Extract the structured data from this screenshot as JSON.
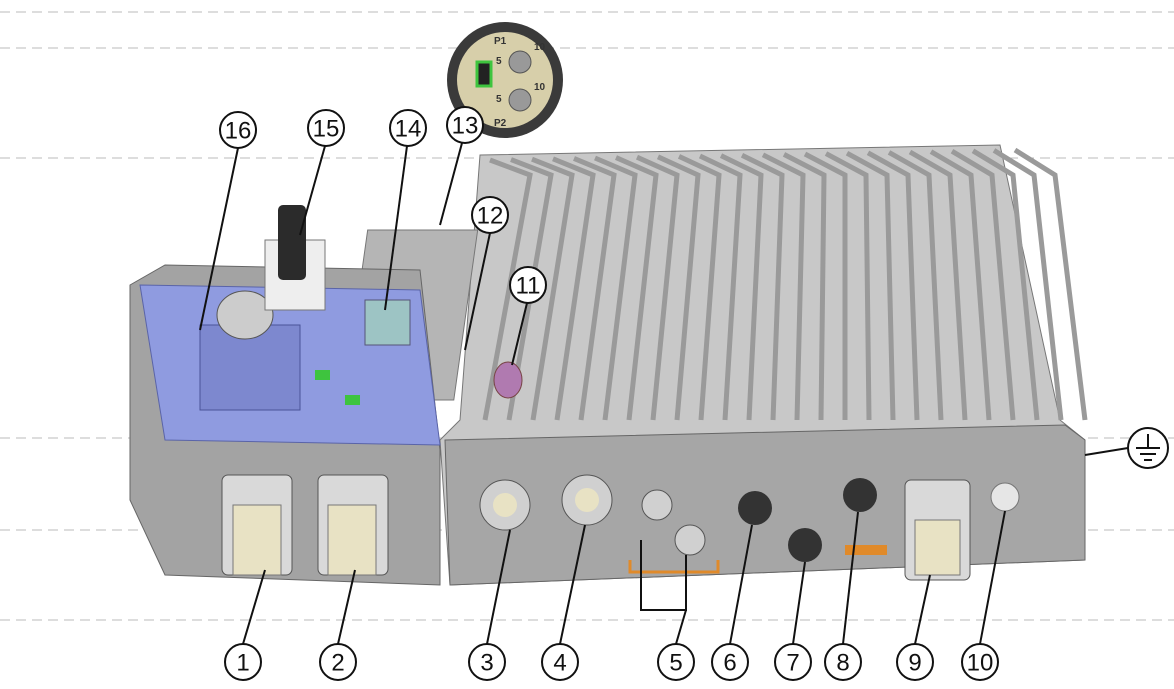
{
  "title_inset": {
    "p1_label": "P1",
    "p2_label": "P2",
    "scale_min": "5",
    "scale_max": "10"
  },
  "callouts_top": [
    {
      "num": "16"
    },
    {
      "num": "15"
    },
    {
      "num": "14"
    },
    {
      "num": "13"
    },
    {
      "num": "12"
    },
    {
      "num": "11"
    }
  ],
  "callouts_bottom": [
    {
      "num": "1"
    },
    {
      "num": "2"
    },
    {
      "num": "3"
    },
    {
      "num": "4"
    },
    {
      "num": "5"
    },
    {
      "num": "6"
    },
    {
      "num": "7"
    },
    {
      "num": "8"
    },
    {
      "num": "9"
    },
    {
      "num": "10"
    }
  ],
  "ground_symbol": "ground-icon",
  "colors": {
    "panel_blue": "#8f9be0",
    "housing": "#a9a9a9",
    "connector": "#e8e2c4",
    "accent_orange": "#e08a2a",
    "led_green": "#3ec43e"
  }
}
